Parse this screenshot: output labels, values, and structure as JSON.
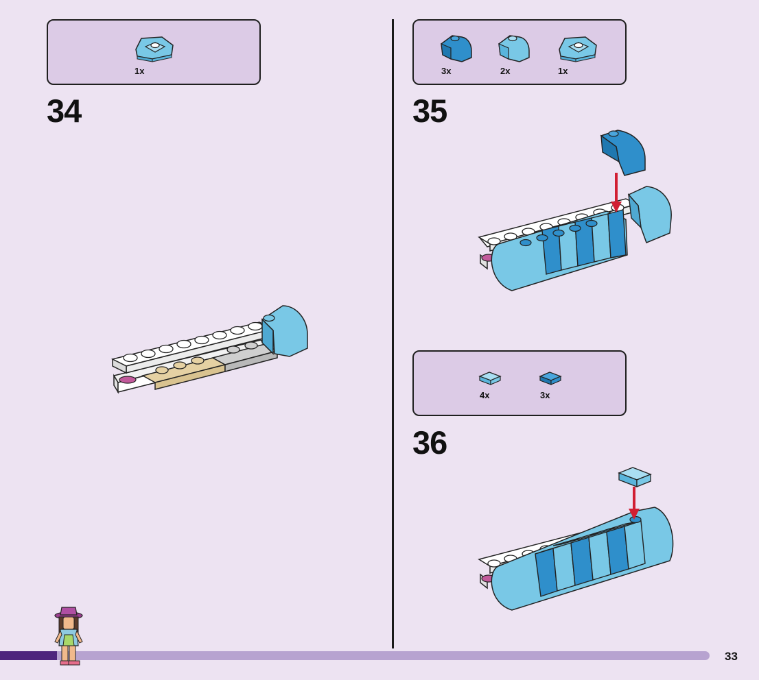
{
  "steps": [
    {
      "number": "34",
      "parts": [
        {
          "qty": "1x",
          "icon": "curved-corner-brick-icon"
        }
      ]
    },
    {
      "number": "35",
      "parts": [
        {
          "qty": "3x",
          "icon": "dark-blue-curved-slope-icon"
        },
        {
          "qty": "2x",
          "icon": "light-blue-curved-slope-icon"
        },
        {
          "qty": "1x",
          "icon": "curved-corner-brick-icon"
        }
      ]
    },
    {
      "number": "36",
      "parts": [
        {
          "qty": "4x",
          "icon": "light-blue-tile-icon"
        },
        {
          "qty": "3x",
          "icon": "dark-blue-tile-icon"
        }
      ]
    }
  ],
  "page": {
    "number": "33",
    "progress_fraction": 0.08
  },
  "colors": {
    "background": "#ede3f2",
    "parts_box": "#dccbe6",
    "light_blue": "#79c8e6",
    "dark_blue": "#2f8fcb",
    "tan": "#d9c390",
    "gray": "#b9b9b9",
    "arrow_red": "#d11f33",
    "progress_fill": "#4e257d",
    "progress_track": "#b7a3d0"
  }
}
